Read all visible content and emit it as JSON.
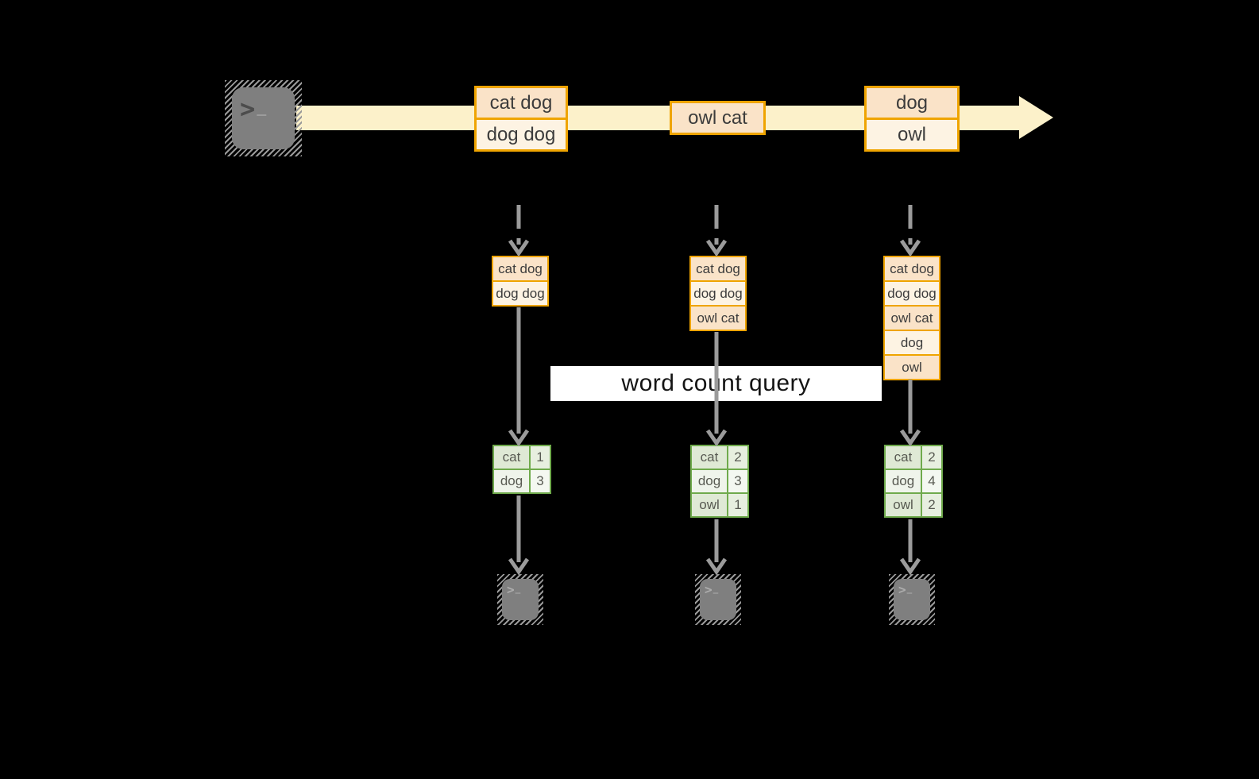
{
  "query": {
    "label": "word count query"
  },
  "stream_batches": [
    {
      "rows": [
        "cat dog",
        "dog dog"
      ]
    },
    {
      "rows": [
        "owl cat"
      ]
    },
    {
      "rows": [
        "dog",
        "owl"
      ]
    }
  ],
  "input_tables": [
    {
      "rows": [
        "cat dog",
        "dog dog"
      ]
    },
    {
      "rows": [
        "cat dog",
        "dog dog",
        "owl cat"
      ]
    },
    {
      "rows": [
        "cat dog",
        "dog dog",
        "owl cat",
        "dog",
        "owl"
      ]
    }
  ],
  "result_tables": [
    {
      "rows": [
        {
          "word": "cat",
          "count": "1"
        },
        {
          "word": "dog",
          "count": "3"
        }
      ]
    },
    {
      "rows": [
        {
          "word": "cat",
          "count": "2"
        },
        {
          "word": "dog",
          "count": "3"
        },
        {
          "word": "owl",
          "count": "1"
        }
      ]
    },
    {
      "rows": [
        {
          "word": "cat",
          "count": "2"
        },
        {
          "word": "dog",
          "count": "4"
        },
        {
          "word": "owl",
          "count": "2"
        }
      ]
    }
  ],
  "terminal": {
    "prompt": ">",
    "cursor": "_"
  },
  "colors": {
    "background": "#000000",
    "stream_band": "#fcf1ca",
    "orange_border": "#efa400",
    "peach_dark": "#fae3c8",
    "peach_light": "#fdf3e3",
    "green_border": "#6faa4c",
    "sage_dark": "#dfe9d5",
    "sage_light": "#eff4eb",
    "arrow_gray": "#9b9b9b",
    "terminal_gray": "#7f7f7f",
    "query_box": "#ffffff"
  }
}
